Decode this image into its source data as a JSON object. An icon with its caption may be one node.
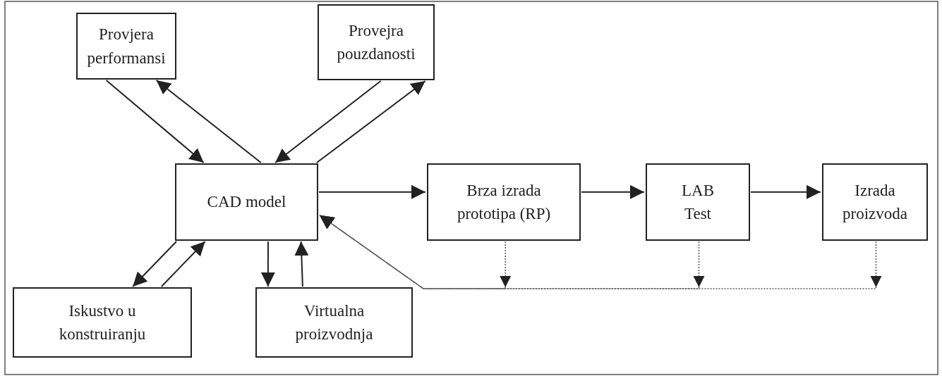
{
  "diagram": {
    "nodes": [
      {
        "text": [
          "Provjera performansi"
        ]
      },
      {
        "text": [
          "Provejra pouzdanosti"
        ]
      },
      {
        "text": [
          "CAD model"
        ]
      },
      {
        "text": [
          "Brza izrada prototipa (RP)"
        ]
      },
      {
        "text": [
          "LAB Test"
        ]
      },
      {
        "text": [
          "Izrada proizvoda"
        ]
      },
      {
        "text": [
          "Iskustvo u konstruiranju"
        ]
      },
      {
        "text": [
          "Virtualna proizvodnja"
        ]
      }
    ],
    "edges": [
      {
        "from": 0,
        "to": 2,
        "arrow": "to"
      },
      {
        "from": 2,
        "to": 0,
        "arrow": "to"
      },
      {
        "from": 1,
        "to": 2,
        "arrow": "to"
      },
      {
        "from": 2,
        "to": 1,
        "arrow": "to"
      },
      {
        "from": 2,
        "to": 6,
        "arrow": "to"
      },
      {
        "from": 6,
        "to": 2,
        "arrow": "to"
      },
      {
        "from": 2,
        "to": 7,
        "arrow": "to"
      },
      {
        "from": 7,
        "to": 2,
        "arrow": "to"
      },
      {
        "from": 2,
        "to": 3,
        "arrow": "to"
      },
      {
        "from": 3,
        "to": 4,
        "arrow": "to"
      },
      {
        "from": 4,
        "to": 5,
        "arrow": "to"
      },
      {
        "from": 3,
        "to": 2,
        "arrow": "to",
        "style": "dashed"
      },
      {
        "from": 4,
        "to": 2,
        "arrow": "to",
        "style": "dashed"
      },
      {
        "from": 5,
        "to": 2,
        "arrow": "to",
        "style": "dashed"
      }
    ]
  }
}
